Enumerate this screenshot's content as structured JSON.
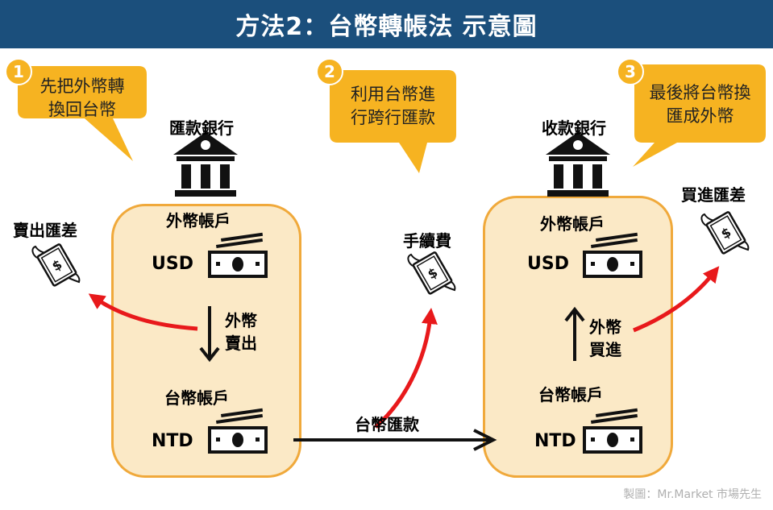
{
  "title": "方法2：台幣轉帳法 示意圖",
  "callouts": [
    {
      "number": "1",
      "line1": "先把外幣轉",
      "line2": "換回台幣"
    },
    {
      "number": "2",
      "line1": "利用台幣進",
      "line2": "行跨行匯款"
    },
    {
      "number": "3",
      "line1": "最後將台幣換",
      "line2": "匯成外幣"
    }
  ],
  "left_bank": {
    "label": "匯款銀行",
    "foreign_account": "外幣帳戶",
    "usd": "USD",
    "action_line1": "外幣",
    "action_line2": "賣出",
    "twd_account": "台幣帳戶",
    "ntd": "NTD"
  },
  "right_bank": {
    "label": "收款銀行",
    "foreign_account": "外幣帳戶",
    "usd": "USD",
    "action_line1": "外幣",
    "action_line2": "買進",
    "twd_account": "台幣帳戶",
    "ntd": "NTD"
  },
  "costs": {
    "sell_spread": "賣出匯差",
    "fee": "手續費",
    "buy_spread": "買進匯差"
  },
  "transfer_label": "台幣匯款",
  "credit": "製圖：Mr.Market 市場先生",
  "colors": {
    "title_bg": "#1b4f7c",
    "bubble": "#f6b321",
    "box_fill": "#fbe9c6",
    "box_border": "#f0a93b",
    "red_arrow": "#e8191b"
  },
  "icons": [
    "bank-icon",
    "cash-icon",
    "flying-money-icon"
  ]
}
